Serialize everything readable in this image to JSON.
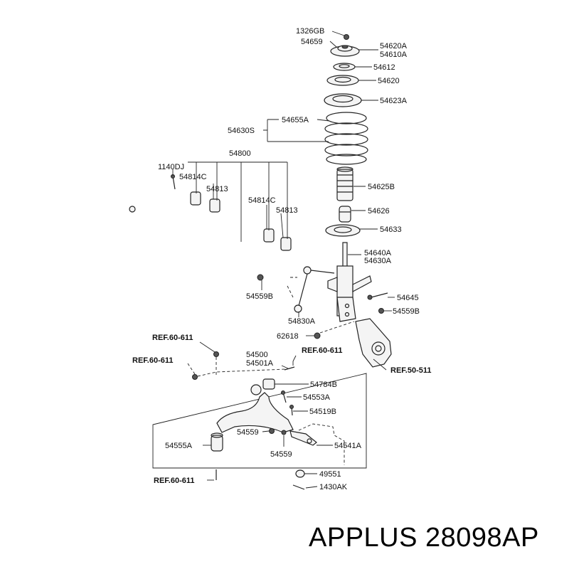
{
  "parts": {
    "p1326GB": "1326GB",
    "p54659": "54659",
    "p54620A": "54620A",
    "p54610A": "54610A",
    "p54612": "54612",
    "p54620": "54620",
    "p54623A": "54623A",
    "p54655A": "54655A",
    "p54630S": "54630S",
    "p54800": "54800",
    "p1140DJ": "1140DJ",
    "p54814C_1": "54814C",
    "p54813_1": "54813",
    "p54814C_2": "54814C",
    "p54813_2": "54813",
    "p54625B": "54625B",
    "p54626": "54626",
    "p54633": "54633",
    "p54640A": "54640A",
    "p54630A": "54630A",
    "p54559B_1": "54559B",
    "p54645": "54645",
    "p54559B_2": "54559B",
    "p54830A": "54830A",
    "p62618": "62618",
    "p54500": "54500",
    "p54501A": "54501A",
    "p54784B": "54784B",
    "p54553A": "54553A",
    "p54519B": "54519B",
    "p54559_1": "54559",
    "p54555A": "54555A",
    "p54559_2": "54559",
    "p54541A": "54541A",
    "p49551": "49551",
    "p1430AK": "1430AK"
  },
  "refs": {
    "r1": "REF.60-611",
    "r2": "REF.60-611",
    "r3": "REF.60-611",
    "r4": "REF.50-511",
    "r5": "REF.60-611"
  },
  "brand": "APPLUS 28098AP"
}
